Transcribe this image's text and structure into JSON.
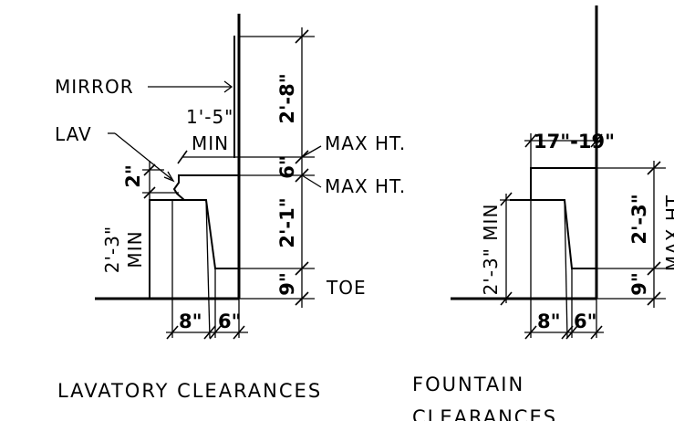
{
  "lavatory": {
    "mirror_label": "MIRROR",
    "lav_label": "LAV",
    "mirror_dim": "2'-8\"",
    "mirror_clear": "1'-5\"",
    "mirror_clear_qual": "MIN",
    "max_ht_1": "MAX HT.",
    "max_ht_2": "MAX HT.",
    "dim_6": "6\"",
    "dim_2ft1": "2'-1\"",
    "dim_9": "9\"",
    "toe_label": "TOE",
    "dim_2in": "2\"",
    "knee_dim": "2'-3\"",
    "knee_qual": "MIN",
    "depth_8": "8\"",
    "depth_6": "6\"",
    "title": "LAVATORY CLEARANCES"
  },
  "fountain": {
    "spout_dim": "17\"-19\"",
    "knee_dim": "2'-3\" MIN",
    "height_dim": "2'-3\"",
    "max_partial": "MAX HT",
    "dim_9": "9\"",
    "depth_8": "8\"",
    "depth_6": "6\"",
    "title_line1": "FOUNTAIN",
    "title_line2": "CLEARANCES"
  }
}
